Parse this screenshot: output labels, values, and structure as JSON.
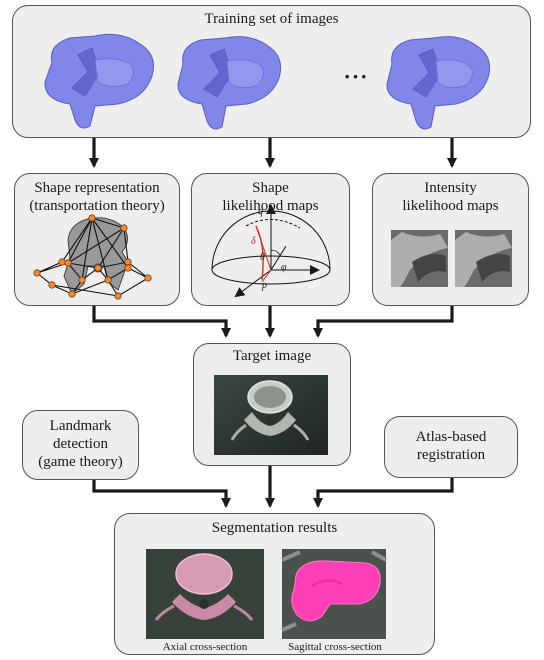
{
  "training": {
    "title": "Training set of images",
    "ellipsis": "···"
  },
  "shape_rep": {
    "title_l1": "Shape representation",
    "title_l2": "(transportation theory)"
  },
  "shape_lik": {
    "title_l1": "Shape",
    "title_l2": "likelihood maps",
    "sym_q": "q",
    "sym_delta": "δ",
    "sym_theta": "θ",
    "sym_phi": "φ",
    "sym_p": "p"
  },
  "intensity": {
    "title_l1": "Intensity",
    "title_l2": "likelihood maps"
  },
  "target": {
    "title": "Target image"
  },
  "landmark": {
    "l1": "Landmark",
    "l2": "detection",
    "l3": "(game theory)"
  },
  "atlas": {
    "l1": "Atlas-based",
    "l2": "registration"
  },
  "results": {
    "title": "Segmentation results",
    "axial": "Axial cross-section",
    "sagittal": "Sagittal cross-section"
  },
  "colors": {
    "box_fill": "#eeeeee",
    "border": "#555555",
    "arrow": "#1a1a1a",
    "vertebra": "#7b82e8",
    "segmentation": "#ff3fb5",
    "landmark_point": "#f08a33"
  }
}
